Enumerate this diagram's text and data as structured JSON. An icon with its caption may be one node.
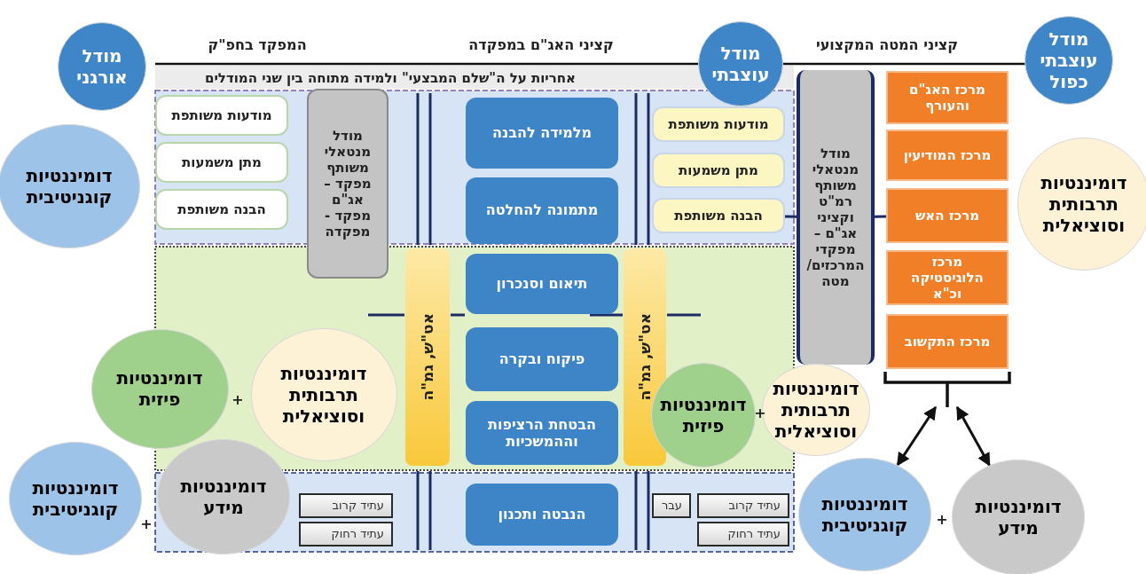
{
  "diagram": {
    "nodes": [
      {
        "text": [
          "מודל אורגני"
        ]
      },
      {
        "text": [
          "מודל עוצבתי"
        ]
      },
      {
        "text": [
          "מודל עוצבתי כפול"
        ]
      },
      {
        "text": [
          "דומיננטיות קוגניטיבית"
        ]
      },
      {
        "text": [
          "דומיננטיות תרבותית וסוציאלית"
        ]
      },
      {
        "text": [
          "מודעות משותפת"
        ]
      },
      {
        "text": [
          "מתן משמעות"
        ]
      },
      {
        "text": [
          "הבנה משותפת"
        ]
      },
      {
        "text": [
          "מודל מנטאלי משותף מפקד – אג\"ם מפקד - מפקדה"
        ]
      },
      {
        "text": [
          "מלמידה להבנה"
        ]
      },
      {
        "text": [
          "מתמונה להחלטה"
        ]
      },
      {
        "text": [
          "תיאום וסנכרון"
        ]
      },
      {
        "text": [
          "פיקוח ובקרה"
        ]
      },
      {
        "text": [
          "הבטחת הרציפות וההמשכיות"
        ]
      },
      {
        "text": [
          "הנבטה ותכנון"
        ]
      },
      {
        "text": [
          "אט\"ש, גמ\"ה"
        ]
      },
      {
        "text": [
          "אט\"ש, גמ\"ה"
        ]
      },
      {
        "text": [
          "מודעות משותפת"
        ]
      },
      {
        "text": [
          "מתן משמעות"
        ]
      },
      {
        "text": [
          "הבנה משותפת"
        ]
      },
      {
        "text": [
          "מודל מנטאלי משותף רמ\"ט וקציני אג\"ם – מפקדי המרכזים/ מטה"
        ]
      },
      {
        "text": [
          "מרכז האג\"ם והעורף"
        ]
      },
      {
        "text": [
          "מרכז המודיעין"
        ]
      },
      {
        "text": [
          "מרכז האש"
        ]
      },
      {
        "text": [
          "מרכז הלוגיסטיקה וכ\"א"
        ]
      },
      {
        "text": [
          "מרכז התקשוב"
        ]
      },
      {
        "text": [
          "דומיננטיות פיזית"
        ]
      },
      {
        "text": [
          "דומיננטיות תרבותית וסוציאלית"
        ]
      },
      {
        "text": [
          "דומיננטיות קוגניטיבית"
        ]
      },
      {
        "text": [
          "דומיננטיות מידע"
        ]
      },
      {
        "text": [
          "דומיננטיות פיזית"
        ]
      },
      {
        "text": [
          "דומיננטיות תרבותית וסוציאלית"
        ]
      },
      {
        "text": [
          "דומיננטיות קוגניטיבית"
        ]
      },
      {
        "text": [
          "דומיננטיות מידע"
        ]
      },
      {
        "text": [
          "עתיד קרוב"
        ]
      },
      {
        "text": [
          "עתיד רחוק"
        ]
      },
      {
        "text": [
          "עבר"
        ]
      },
      {
        "text": [
          "עתיד קרוב"
        ]
      },
      {
        "text": [
          "עתיד רחוק"
        ]
      },
      {
        "text": [],
        "shape": "bracket"
      }
    ],
    "edges": [
      {
        "from": 19,
        "to": 20,
        "arrow": "none"
      },
      {
        "from": 20,
        "to": 23,
        "arrow": "none"
      },
      {
        "from": 39,
        "to": 32,
        "arrow": "both"
      },
      {
        "from": 39,
        "to": 33,
        "arrow": "both"
      }
    ],
    "labels": [
      "המפקד בחפ\"ק",
      "קציני האג\"ם במפקדה",
      "קציני המטה המקצועי",
      "אחריות על ה\"שלם המבצעי\" ולמידה מתוחה בין שני המודלים",
      "+",
      "+",
      "+",
      "+"
    ]
  }
}
